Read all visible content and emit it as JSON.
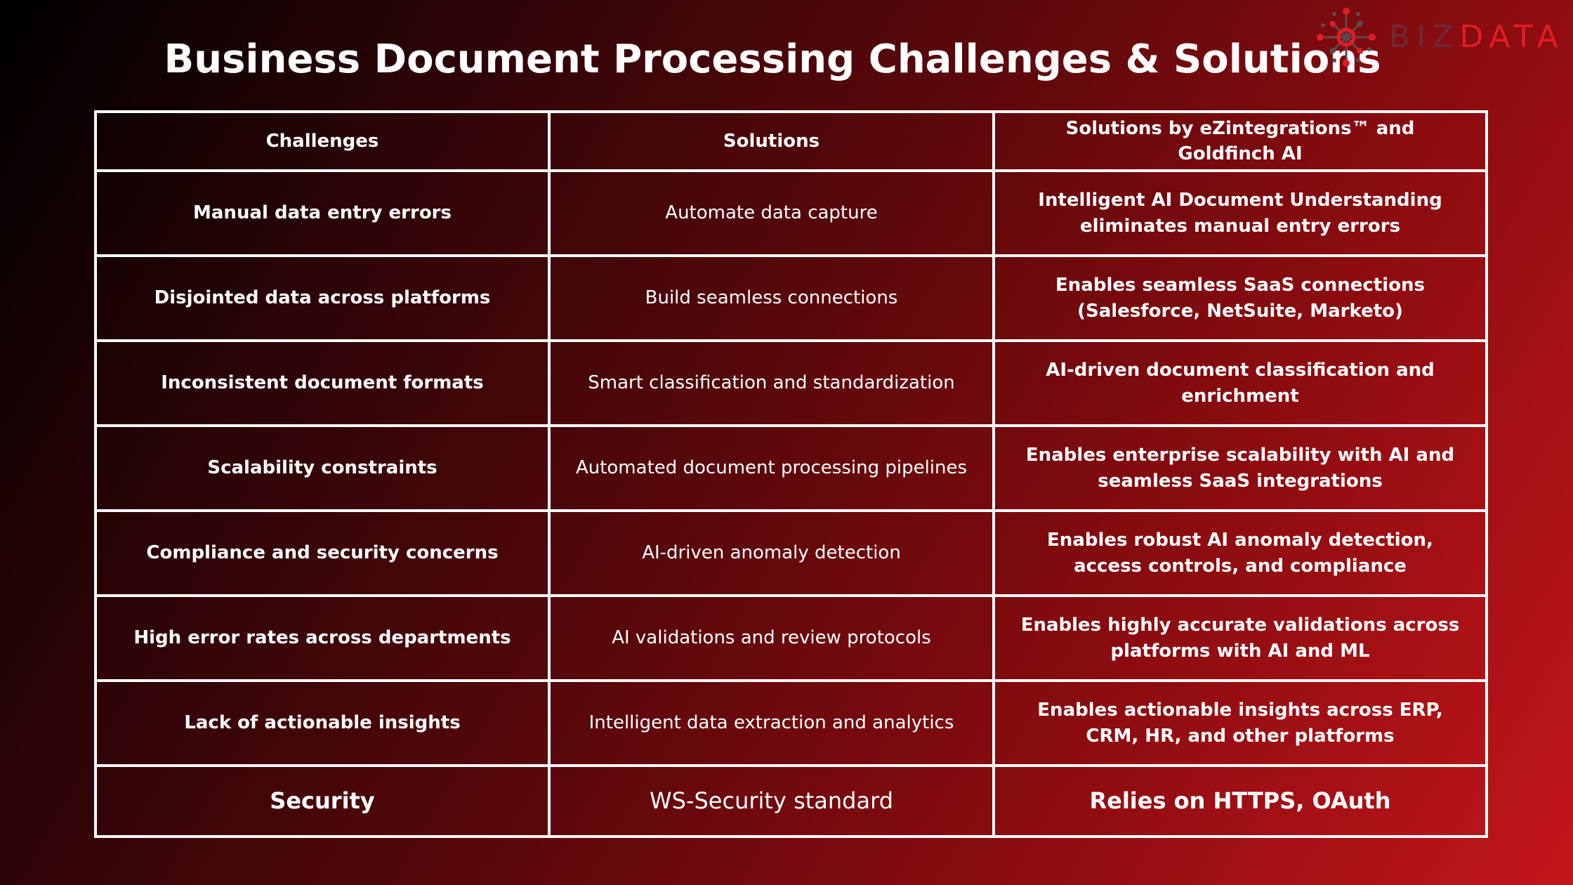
{
  "title": "Business Document Processing Challenges & Solutions",
  "logo": {
    "text_part1": "BIZ",
    "text_part2": "DATA",
    "icon": "network-nodes-logo-icon",
    "colors": {
      "biz": "#6d2a34",
      "data": "#e11d24"
    }
  },
  "colors": {
    "background_start": "#000000",
    "background_end": "#c2161a",
    "table_border": "#ffffff",
    "text": "#ffffff"
  },
  "table": {
    "headers": [
      "Challenges",
      "Solutions",
      "Solutions by eZintegrations™ and Goldfinch AI"
    ],
    "rows": [
      {
        "challenge": "Manual data entry errors",
        "solution": "Automate data capture",
        "ez_solution": "Intelligent AI Document Understanding eliminates manual entry errors"
      },
      {
        "challenge": "Disjointed data across platforms",
        "solution": "Build seamless connections",
        "ez_solution": "Enables seamless SaaS connections (Salesforce, NetSuite, Marketo)"
      },
      {
        "challenge": "Inconsistent document formats",
        "solution": "Smart classification and standardization",
        "ez_solution": "AI-driven document classification and enrichment"
      },
      {
        "challenge": "Scalability constraints",
        "solution": "Automated document processing pipelines",
        "ez_solution": "Enables enterprise scalability with AI and seamless SaaS integrations"
      },
      {
        "challenge": "Compliance and security concerns",
        "solution": "AI-driven anomaly detection",
        "ez_solution": "Enables robust AI anomaly detection, access controls, and compliance"
      },
      {
        "challenge": "High error rates across departments",
        "solution": "AI validations and review protocols",
        "ez_solution": "Enables highly accurate validations across platforms with AI and ML"
      },
      {
        "challenge": "Lack of actionable insights",
        "solution": "Intelligent data extraction and analytics",
        "ez_solution": "Enables actionable insights across ERP, CRM, HR, and other platforms"
      },
      {
        "challenge": "Security",
        "solution": "WS-Security standard",
        "ez_solution": "Relies on HTTPS, OAuth"
      }
    ]
  }
}
